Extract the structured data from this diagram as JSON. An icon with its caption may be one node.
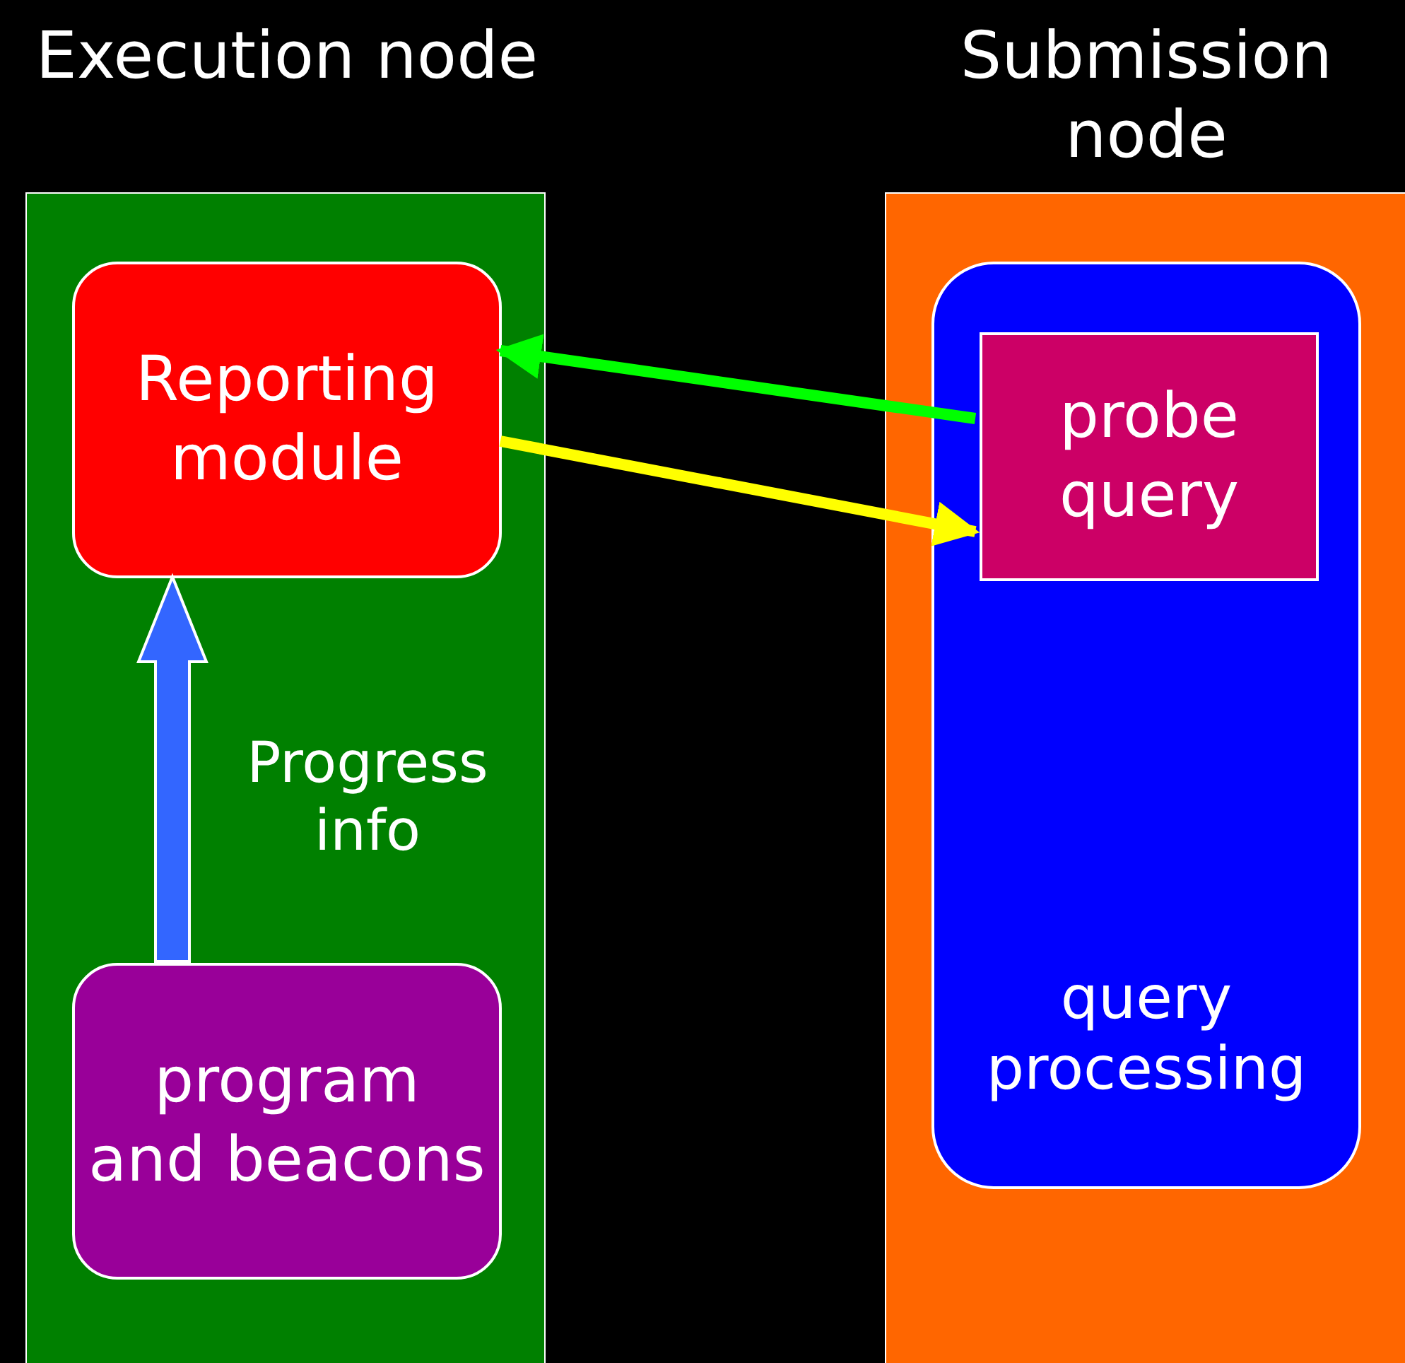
{
  "diagram": {
    "nodes": [
      {
        "text": [
          "Execution node"
        ]
      },
      {
        "text": [
          "Reporting module"
        ],
        "in": 0
      },
      {
        "text": [
          "program and beacons"
        ],
        "in": 0
      },
      {
        "text": [
          "Submission node"
        ]
      },
      {
        "text": [
          "query processing"
        ],
        "in": 3
      },
      {
        "text": [
          "probe query"
        ],
        "in": 4
      }
    ],
    "edges": [
      {
        "from": 2,
        "to": 1,
        "arrow": "to",
        "label": "Progress info",
        "style": "thick",
        "color": "#3366ff"
      },
      {
        "from": 5,
        "to": 1,
        "arrow": "to",
        "color": "#00ff00"
      },
      {
        "from": 1,
        "to": 5,
        "arrow": "to",
        "color": "#ffff00"
      }
    ]
  }
}
